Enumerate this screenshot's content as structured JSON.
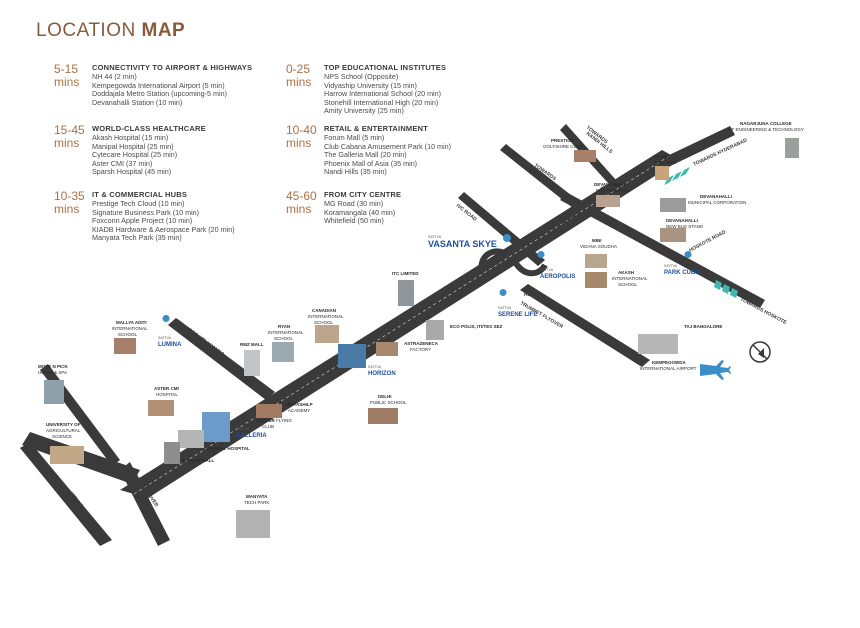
{
  "title": {
    "light": "LOCATION ",
    "bold": "MAP"
  },
  "blocks": [
    {
      "mins": "5-15\nmins",
      "head": "CONNECTIVITY TO AIRPORT & HIGHWAYS",
      "items": [
        "NH 44 (2 min)",
        "Kempegowda International Airport (5 min)",
        "Doddajala Metro Station (upcoming-5 min)",
        "Devanahalli Station (10 min)"
      ]
    },
    {
      "mins": "15-45\nmins",
      "head": "WORLD-CLASS HEALTHCARE",
      "items": [
        "Akash Hospital (15 min)",
        "Manipal Hospital (25 min)",
        "Cytecare Hospital (25 min)",
        "Aster CMI (37 min)",
        "Sparsh Hospital (45 min)"
      ]
    },
    {
      "mins": "10-35\nmins",
      "head": "IT & COMMERCIAL HUBS",
      "items": [
        "Prestige Tech Cloud (10 min)",
        "Signature Business Park (10 min)",
        "Foxconn Apple Project (10 min)",
        "KIADB Hardware & Aerospace Park (20 min)",
        "Manyata Tech Park (35 min)"
      ]
    },
    {
      "mins": "0-25\nmins",
      "head": "TOP EDUCATIONAL INSTITUTES",
      "items": [
        "NPS School (Opposite)",
        "Vidyaship University (15 min)",
        "Harrow International School (20 min)",
        "Stonehill International High (20 min)",
        "Amity University (25 min)"
      ]
    },
    {
      "mins": "10-40\nmins",
      "head": "RETAIL & ENTERTAINMENT",
      "items": [
        "Forum Mall (5 min)",
        "Club Cabana Amusement Park (10 min)",
        "The Galleria Mall (20 min)",
        "Phoenix Mall of Asia (35 min)",
        "Nandi Hills (35 min)"
      ]
    },
    {
      "mins": "45-60\nmins",
      "head": "FROM CITY CENTRE",
      "items": [
        "MG Road (30 min)",
        "Koramangala (40 min)",
        "Whitefield (50 min)"
      ]
    }
  ],
  "roads": {
    "towards_nandi_hills": [
      "TOWARDS",
      "NANDI HILLS"
    ],
    "towards_doddaballapura": [
      "TOWARDS",
      "DODDABALLAPURA"
    ],
    "towards_hyderabad": "TOWARDS HYDERABAD",
    "ivc_road": "IVC ROAD",
    "devanahalli_circle": [
      "DEVANAHALLI",
      "CIRCLE"
    ],
    "hoskote_road": "HOSKOTE ROAD",
    "towards_hoskote": "TOWARDS HOSKOTE",
    "kia_trumpet": [
      "KIA",
      "TRUMPET FLYOVER"
    ],
    "towards_yelahanka": "TOWARDS YELAHANKA",
    "hebbal_flyover": "HEBBAL FLYOVER",
    "mekhri_circle": "MEKHRI CIRCLE"
  },
  "landmarks": {
    "prestige_golfshire": [
      "PRESTIGE",
      "GOLFSHIRE CLUB"
    ],
    "nandi_upachar": [
      "NANDI",
      "UPACHAR"
    ],
    "nagarjuna": [
      "NAGARJUNA COLLEGE",
      "OF ENGINEERING & TECHNOLOGY"
    ],
    "devanahalli_bus": [
      "DEVANAHALLI",
      "BUS TERMINAL"
    ],
    "devanahalli_municipal": [
      "DEVANAHALLI",
      "MUNICIPAL CORPORATION"
    ],
    "devanahalli_new_bus": [
      "DEVANAHALLI",
      "NEW BUS STAND"
    ],
    "mini_vidhana": [
      "MINI",
      "VIDANA SOUDHA"
    ],
    "akash_school": [
      "AKASH",
      "INTERNATIONAL",
      "SCHOOL"
    ],
    "itc": "ITC LIMITED",
    "taj": "TAJ BANGALORE",
    "kempegowda": [
      "KEMPEGOWDA",
      "INTERNATIONAL AIRPORT"
    ],
    "eco_polis": "ECO POLIS, ITI/TES SEZ",
    "astrazeneca": [
      "ASTRAZENECA",
      "FACTORY"
    ],
    "canadian": [
      "CANADIAN",
      "INTERNATIONAL",
      "SCHOOL"
    ],
    "ryan": [
      "RYAN",
      "INTERNATIONAL",
      "SCHOOL"
    ],
    "rmz": "RMZ MALL",
    "mallya": [
      "MALLYA ADITI",
      "INTERNATIONAL",
      "SCHOOL"
    ],
    "delhi_school": [
      "DELHI",
      "PUBLIC SCHOOL"
    ],
    "move_n_pick": [
      "MOVE N PICK",
      "HOTEL & SPA"
    ],
    "aster_cmi": [
      "ASTER CMI",
      "HOSPITAL"
    ],
    "vidyashilp": [
      "VIDYASHILP",
      "ACADEMY"
    ],
    "jakkur": [
      "JAKKUR",
      "FLYING",
      "CLUB"
    ],
    "manipal": "MANIPAL HOSPITAL",
    "esteem": "ESTEEM MALL",
    "uas": [
      "UNIVERSITY OF",
      "AGRICULTURAL",
      "SCIENCE"
    ],
    "manyata": [
      "MANYATA",
      "TECH PARK"
    ]
  },
  "projects": {
    "brand": "SATTVA",
    "vasanta_skye": "VASANTA SKYE",
    "aeropolis": "AEROPOLIS",
    "park_cubix": "PARK CUBIX",
    "serene_life": "SERENE LIFE",
    "horizon": "HORIZON",
    "lumina": "LUMINA",
    "galleria": "GALLERIA"
  },
  "colors": {
    "road": "#3a3a3a",
    "accent": "#b06f45",
    "project": "#1f4fa0",
    "marker": "#3a8fc9",
    "arrow": "#3fb8b0"
  },
  "icons": [
    "location-pin-icon",
    "airplane-icon",
    "no-horn-icon",
    "direction-chevron-icon",
    "building-icon"
  ]
}
